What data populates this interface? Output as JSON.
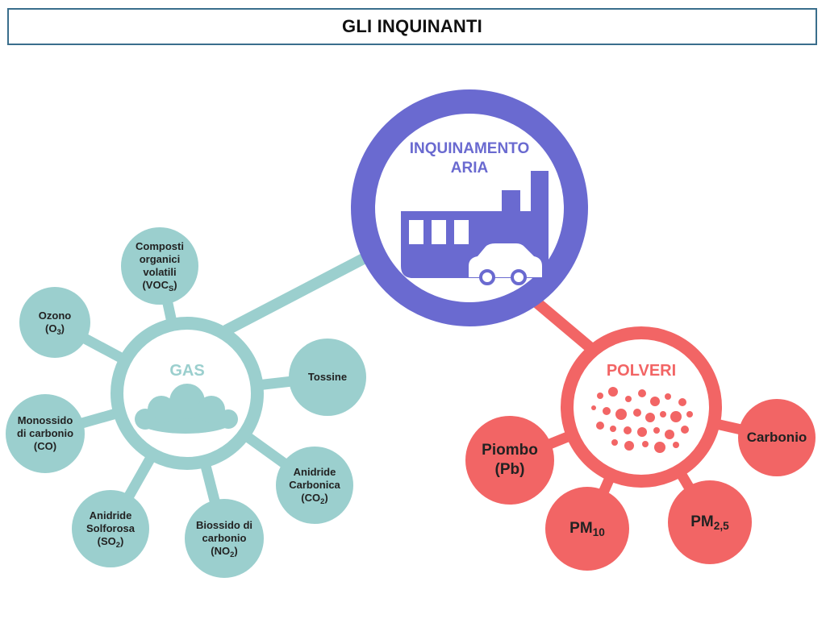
{
  "title": "GLI INQUINANTI",
  "hub": {
    "line1": "INQUINAMENTO",
    "line2": "ARIA",
    "icon": "factory-car-icon"
  },
  "gas": {
    "title": "GAS",
    "icon": "cloud-icon",
    "nodes": {
      "voc": {
        "l1": "Composti",
        "l2": "organici",
        "l3": "volatili",
        "pre": "(VOC",
        "sub": "S",
        "post": ")"
      },
      "ozone": {
        "l1": "Ozono",
        "pre": "(O",
        "sub": "3",
        "post": ")"
      },
      "tossine": {
        "l1": "Tossine"
      },
      "co": {
        "l1": "Monossido",
        "l2": "di carbonio",
        "l3": "(CO)"
      },
      "co2": {
        "l1": "Anidride",
        "l2": "Carbonica",
        "pre": "(CO",
        "sub": "2",
        "post": ")"
      },
      "so2": {
        "l1": "Anidride",
        "l2": "Solforosa",
        "pre": "(SO",
        "sub": "2",
        "post": ")"
      },
      "no2": {
        "l1": "Biossido di",
        "l2": "carbonio",
        "pre": "(NO",
        "sub": "2",
        "post": ")"
      }
    }
  },
  "polveri": {
    "title": "POLVERI",
    "icon": "particles-icon",
    "nodes": {
      "piombo": {
        "l1": "Piombo",
        "l2": "(Pb)"
      },
      "carbonio": {
        "l1": "Carbonio"
      },
      "pm10": {
        "pre": "PM",
        "sub": "10"
      },
      "pm25": {
        "pre": "PM",
        "sub": "2,5"
      }
    }
  },
  "colors": {
    "hub": "#6a6ad0",
    "gas": "#9bcfce",
    "polveri": "#f26565",
    "title_border": "#3a6e8c"
  }
}
